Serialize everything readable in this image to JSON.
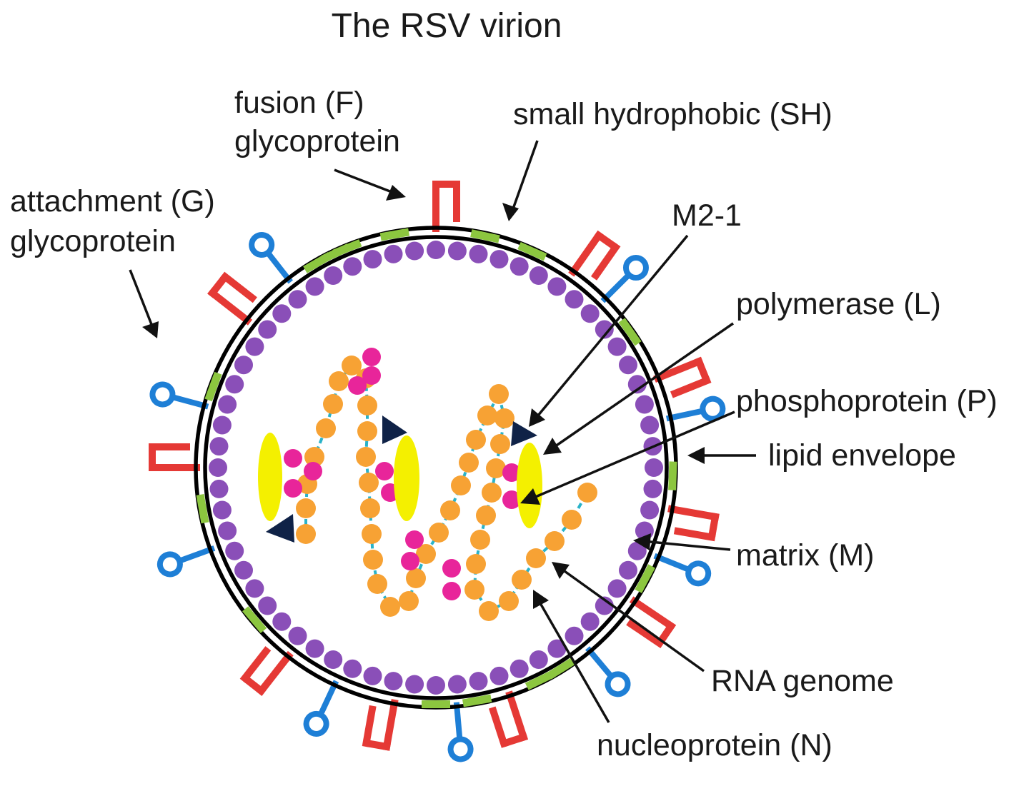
{
  "title": "The RSV virion",
  "labels": {
    "fusion_line1": "fusion (F)",
    "fusion_line2": "glycoprotein",
    "sh": "small hydrophobic (SH)",
    "attachment_line1": "attachment (G)",
    "attachment_line2": "glycoprotein",
    "m21": "M2-1",
    "polymerase": "polymerase (L)",
    "phosphoprotein": "phosphoprotein (P)",
    "lipid": "lipid envelope",
    "matrix": "matrix (M)",
    "rna": "RNA genome",
    "nucleoprotein": "nucleoprotein (N)"
  },
  "colors": {
    "f_protein": "#e53935",
    "g_protein": "#1e7fd6",
    "sh_protein": "#8cc63f",
    "matrix": "#8a4fb8",
    "nucleoprotein": "#f7a234",
    "phosphoprotein": "#e8259a",
    "polymerase": "#f4f000",
    "m21": "#0f2247",
    "rna": "#2ab3c9",
    "envelope": "#000000"
  }
}
